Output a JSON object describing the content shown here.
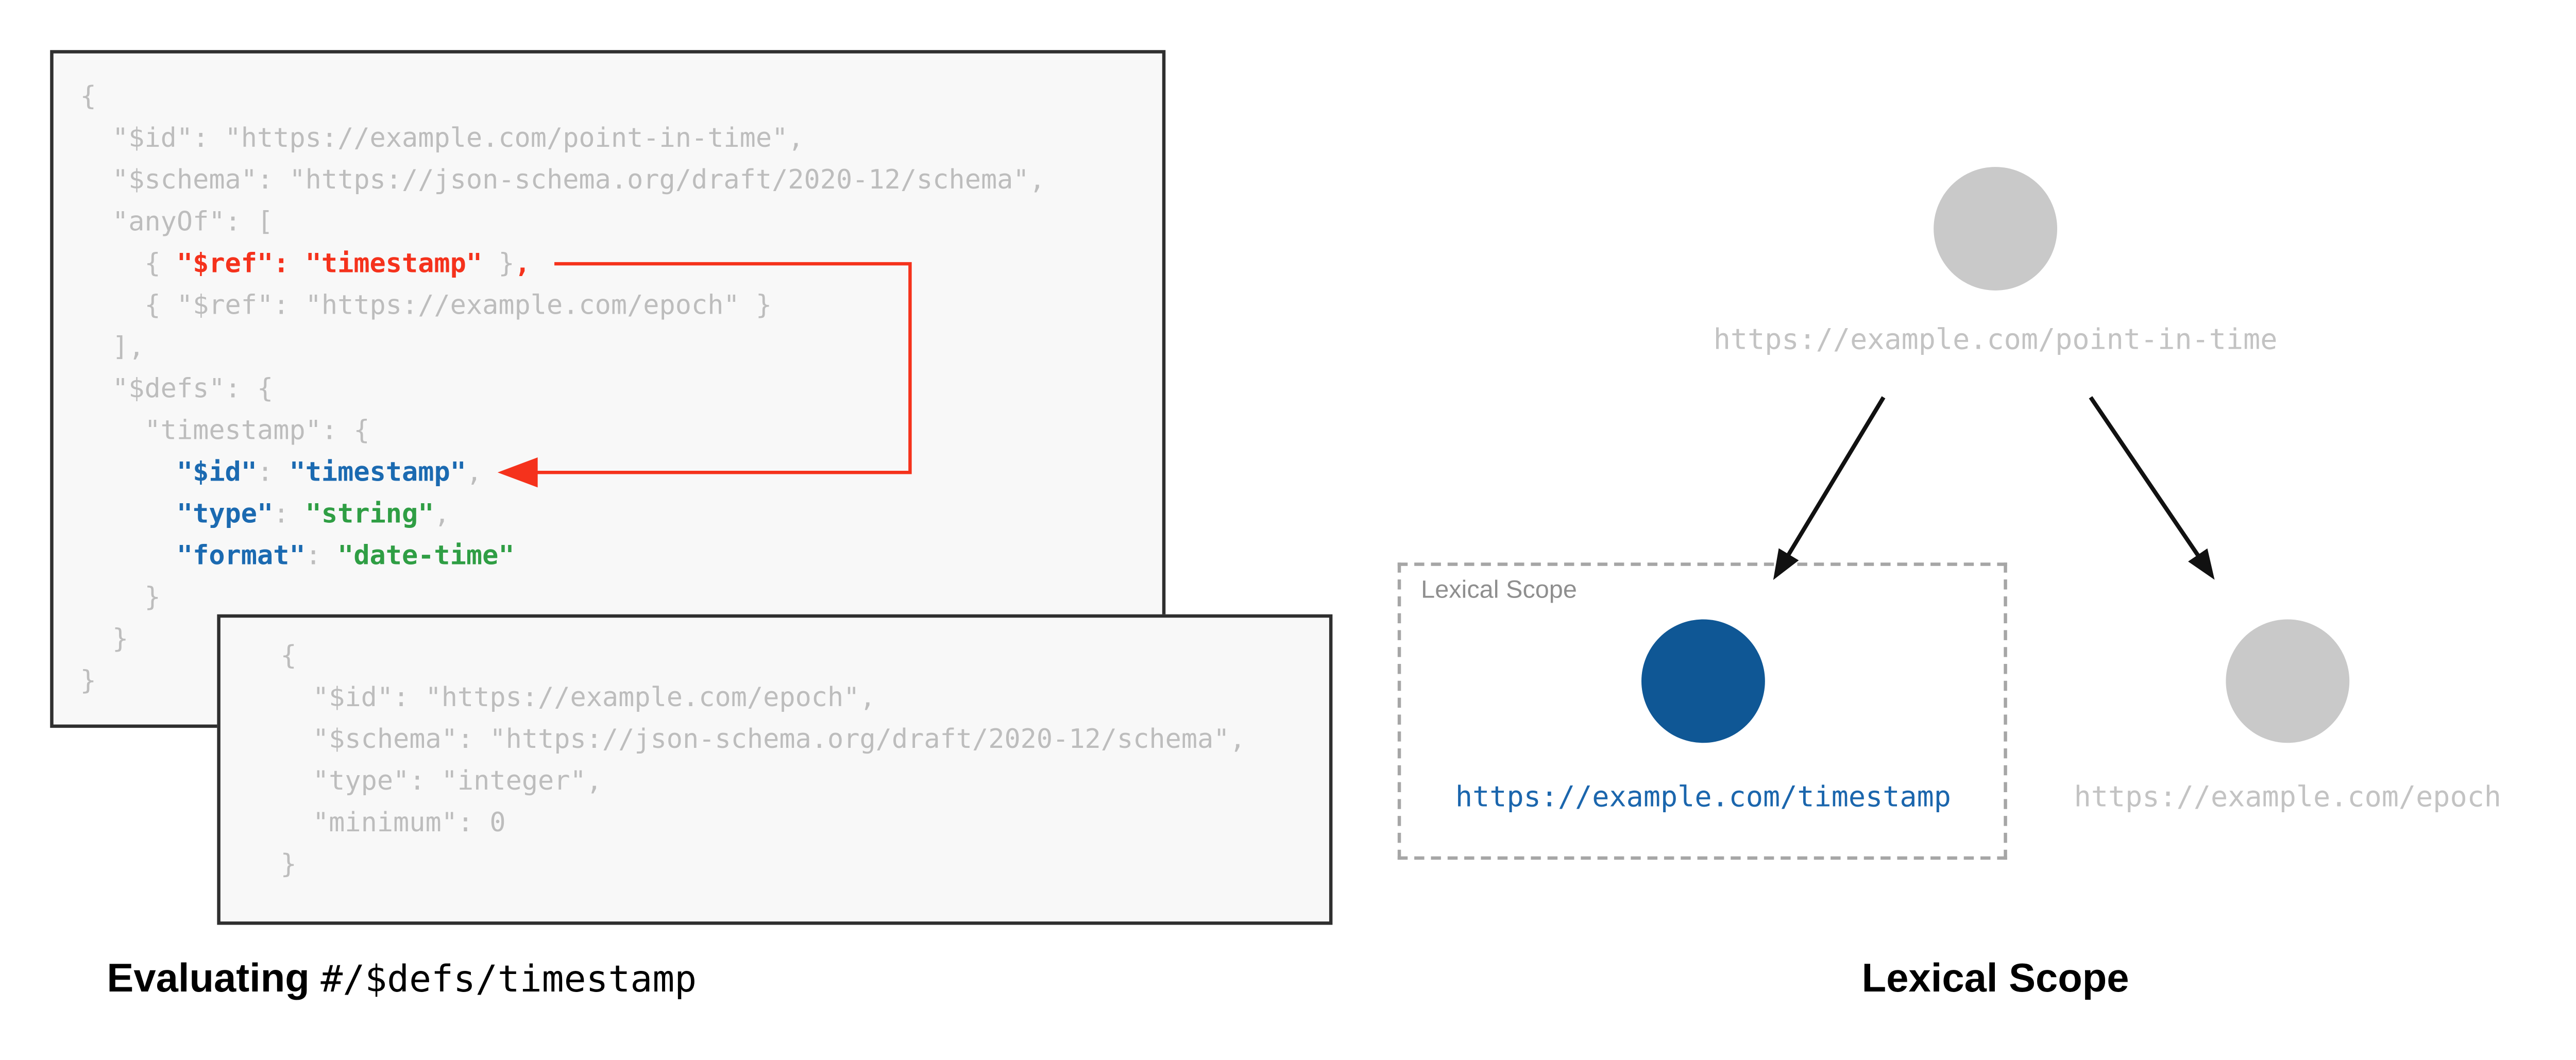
{
  "colors": {
    "code_gray": "#bdbdbd",
    "code_red": "#f5321c",
    "code_blue": "#1b6ab1",
    "code_green": "#2f9e44",
    "panel_bg": "#f8f8f8",
    "panel_border": "#2f2f2f",
    "circle_gray": "#c9c9c9",
    "circle_blue": "#0f5795",
    "label_gray": "#c3c3c3",
    "label_blue": "#1b66ad",
    "scope_border": "#a6a6a6",
    "scope_label": "#8f8f8f",
    "arrow_black": "#111111",
    "caption_black": "#000000"
  },
  "panels": {
    "point_in_time": {
      "lines": [
        [
          {
            "t": "{",
            "c": "gray"
          }
        ],
        [
          {
            "t": "  \"$id\": \"https://example.com/point-in-time\",",
            "c": "gray"
          }
        ],
        [
          {
            "t": "  \"$schema\": \"https://json-schema.org/draft/2020-12/schema\",",
            "c": "gray"
          }
        ],
        [
          {
            "t": "  \"anyOf\": [",
            "c": "gray"
          }
        ],
        [
          {
            "t": "    { ",
            "c": "gray"
          },
          {
            "t": "\"$ref\"",
            "c": "red",
            "b": true
          },
          {
            "t": ": ",
            "c": "red",
            "b": true
          },
          {
            "t": "\"timestamp\"",
            "c": "red",
            "b": true
          },
          {
            "t": " }",
            "c": "gray"
          },
          {
            "t": ",",
            "c": "red",
            "b": true
          }
        ],
        [
          {
            "t": "    { \"$ref\": \"https://example.com/epoch\" }",
            "c": "gray"
          }
        ],
        [
          {
            "t": "  ],",
            "c": "gray"
          }
        ],
        [
          {
            "t": "  \"$defs\": {",
            "c": "gray"
          }
        ],
        [
          {
            "t": "    \"timestamp\": {",
            "c": "gray"
          }
        ],
        [
          {
            "t": "      ",
            "c": "gray"
          },
          {
            "t": "\"$id\"",
            "c": "blue",
            "b": true
          },
          {
            "t": ": ",
            "c": "gray"
          },
          {
            "t": "\"timestamp\"",
            "c": "blue",
            "b": true
          },
          {
            "t": ",",
            "c": "gray"
          }
        ],
        [
          {
            "t": "      ",
            "c": "gray"
          },
          {
            "t": "\"type\"",
            "c": "blue",
            "b": true
          },
          {
            "t": ": ",
            "c": "gray"
          },
          {
            "t": "\"string\"",
            "c": "green",
            "b": true
          },
          {
            "t": ",",
            "c": "gray"
          }
        ],
        [
          {
            "t": "      ",
            "c": "gray"
          },
          {
            "t": "\"format\"",
            "c": "blue",
            "b": true
          },
          {
            "t": ": ",
            "c": "gray"
          },
          {
            "t": "\"date-time\"",
            "c": "green",
            "b": true
          }
        ],
        [
          {
            "t": "    }",
            "c": "gray"
          }
        ],
        [
          {
            "t": "  }",
            "c": "gray"
          }
        ],
        [
          {
            "t": "}",
            "c": "gray"
          }
        ]
      ]
    },
    "epoch": {
      "lines": [
        [
          {
            "t": "{",
            "c": "gray"
          }
        ],
        [
          {
            "t": "  \"$id\": \"https://example.com/epoch\",",
            "c": "gray"
          }
        ],
        [
          {
            "t": "  \"$schema\": \"https://json-schema.org/draft/2020-12/schema\",",
            "c": "gray"
          }
        ],
        [
          {
            "t": "  \"type\": \"integer\",",
            "c": "gray"
          }
        ],
        [
          {
            "t": "  \"minimum\": 0",
            "c": "gray"
          }
        ],
        [
          {
            "t": "}",
            "c": "gray"
          }
        ]
      ]
    }
  },
  "tree": {
    "root_label": "https://example.com/point-in-time",
    "scope_box_label": "Lexical Scope",
    "timestamp_label": "https://example.com/timestamp",
    "epoch_label": "https://example.com/epoch"
  },
  "captions": {
    "left_prefix": "Evaluating ",
    "left_code": "#/$defs/timestamp",
    "right": "Lexical Scope"
  }
}
